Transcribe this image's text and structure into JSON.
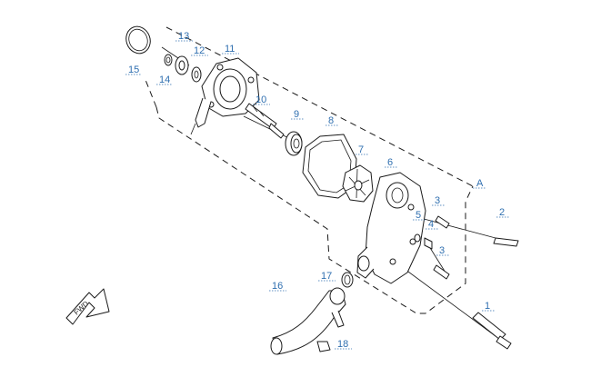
{
  "callouts": {
    "c1": "1",
    "c2": "2",
    "c3a": "3",
    "c3b": "3",
    "c4": "4",
    "c5": "5",
    "c6": "6",
    "c7": "7",
    "c8": "8",
    "c9": "9",
    "c10": "10",
    "c11": "11",
    "c12": "12",
    "c13": "13",
    "c14": "14",
    "c15": "15",
    "c16": "16",
    "c17": "17",
    "c18": "18",
    "cA": "A"
  },
  "direction_badge": "FWD",
  "colors": {
    "callout": "#2f6fb0",
    "line": "#1a1a1a"
  }
}
